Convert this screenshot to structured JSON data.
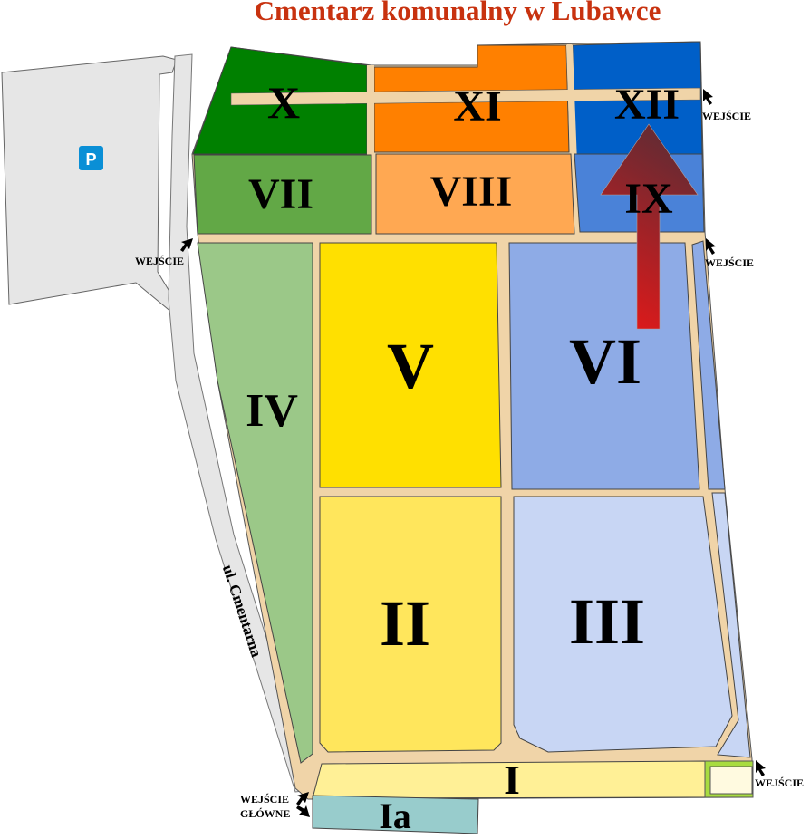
{
  "title": "Cmentarz komunalny w Lubawce",
  "parking": {
    "label": "P",
    "color": "#0a8fd6"
  },
  "street": "ul. Cmentarna",
  "sections": {
    "X": {
      "label": "X",
      "color": "#008000"
    },
    "XI": {
      "label": "XI",
      "color": "#ff8000"
    },
    "XII": {
      "label": "XII",
      "color": "#005fc8"
    },
    "VII": {
      "label": "VII",
      "color": "#62a846"
    },
    "VIII": {
      "label": "VIII",
      "color": "#ffa852"
    },
    "IX": {
      "label": "IX",
      "color": "#4a82d8"
    },
    "IV": {
      "label": "IV",
      "color": "#9bc888"
    },
    "V": {
      "label": "V",
      "color": "#ffe000"
    },
    "VI": {
      "label": "VI",
      "color": "#8eabe6"
    },
    "II": {
      "label": "II",
      "color": "#ffe65c"
    },
    "III": {
      "label": "III",
      "color": "#c8d6f4"
    },
    "I": {
      "label": "I",
      "color": "#fff096"
    },
    "Ia": {
      "label": "Ia",
      "color": "#98cccc"
    }
  },
  "entrances": {
    "top_right": "WEJŚCIE",
    "middle_right": "WEJŚCIE",
    "left": "WEJŚCIE",
    "bottom_right": "WEJŚCIE",
    "main_line1": "WEJŚCIE",
    "main_line2": "GŁÓWNE"
  },
  "path_color": "#f0d4a8",
  "arrow_icon": "up-arrow-icon"
}
